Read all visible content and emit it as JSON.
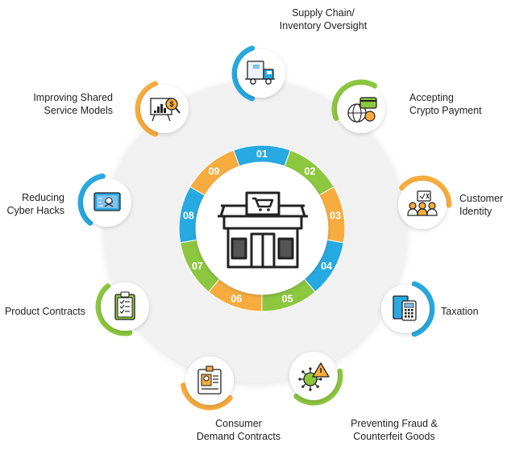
{
  "colors": {
    "blue": "#27a9e1",
    "green": "#8dc63f",
    "orange": "#f7ac3f",
    "grey_ring": "#f1f1f1",
    "store_outline": "#222222"
  },
  "center": {
    "icon": "storefront-cart-icon"
  },
  "segments": [
    {
      "number": "01",
      "color": "blue"
    },
    {
      "number": "02",
      "color": "green"
    },
    {
      "number": "03",
      "color": "orange"
    },
    {
      "number": "04",
      "color": "blue"
    },
    {
      "number": "05",
      "color": "green"
    },
    {
      "number": "06",
      "color": "orange"
    },
    {
      "number": "07",
      "color": "green"
    },
    {
      "number": "08",
      "color": "blue"
    },
    {
      "number": "09",
      "color": "orange"
    }
  ],
  "nodes": [
    {
      "label": "Supply Chain/\nInventory Oversight",
      "icon": "delivery-truck-icon",
      "color": "blue"
    },
    {
      "label": "Accepting\nCrypto Payment",
      "icon": "globe-payment-card-icon",
      "color": "green"
    },
    {
      "label": "Customer\nIdentity",
      "icon": "people-verification-icon",
      "color": "orange"
    },
    {
      "label": "Taxation",
      "icon": "calculator-document-icon",
      "color": "blue"
    },
    {
      "label": "Preventing Fraud &\nCounterfeit Goods",
      "icon": "virus-warning-icon",
      "color": "green"
    },
    {
      "label": "Consumer\nDemand Contracts",
      "icon": "id-badge-icon",
      "color": "orange"
    },
    {
      "label": "Product Contracts",
      "icon": "clipboard-checklist-icon",
      "color": "green"
    },
    {
      "label": "Reducing\nCyber Hacks",
      "icon": "hacker-screen-icon",
      "color": "blue"
    },
    {
      "label": "Improving  Shared\nService Models",
      "icon": "presentation-board-icon",
      "color": "orange"
    }
  ]
}
